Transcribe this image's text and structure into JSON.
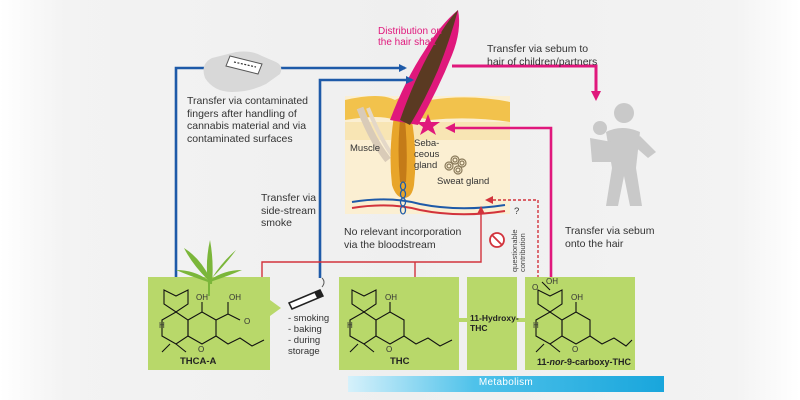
{
  "labels": {
    "distribution": "Distribution on\nthe hair shaft",
    "sebum_children": "Transfer via sebum to\nhair of children/partners",
    "fingers": "Transfer via contaminated\nfingers after handling of\ncannabis material and via\ncontaminated surfaces",
    "side_stream": "Transfer via\nside-stream\nsmoke",
    "no_incorporation": "No relevant incorporation\nvia the bloodstream",
    "sebum_hair": "Transfer via sebum\nonto the hair",
    "muscle": "Muscle",
    "sebaceous": "Seba-\nceous\ngland",
    "sweat": "Sweat gland",
    "question_mark": "?",
    "questionable": "questionable\ncontribution",
    "smoking_list": "- smoking\n- baking\n- during\n  storage"
  },
  "compounds": {
    "thca": "THCA-A",
    "thc": "THC",
    "hydroxy": "11-Hydroxy-\nTHC",
    "carboxy_prefix": "11-",
    "carboxy_italic": "nor",
    "carboxy_suffix": "-9-carboxy-THC"
  },
  "atoms": {
    "oh": "OH",
    "o": "O",
    "h": "H"
  },
  "metabolism": "Metabolism",
  "colors": {
    "blue": "#1e5aa8",
    "magenta": "#e0187c",
    "red": "#d2333c",
    "green_box": "#b8d86a",
    "cyan": "#19a6dc"
  },
  "icons": [
    "glove-with-cannabis-bag-icon",
    "cannabis-leaf-icon",
    "cigarette-icon",
    "parent-child-icon",
    "no-entry-icon",
    "hair-follicle-icon"
  ]
}
